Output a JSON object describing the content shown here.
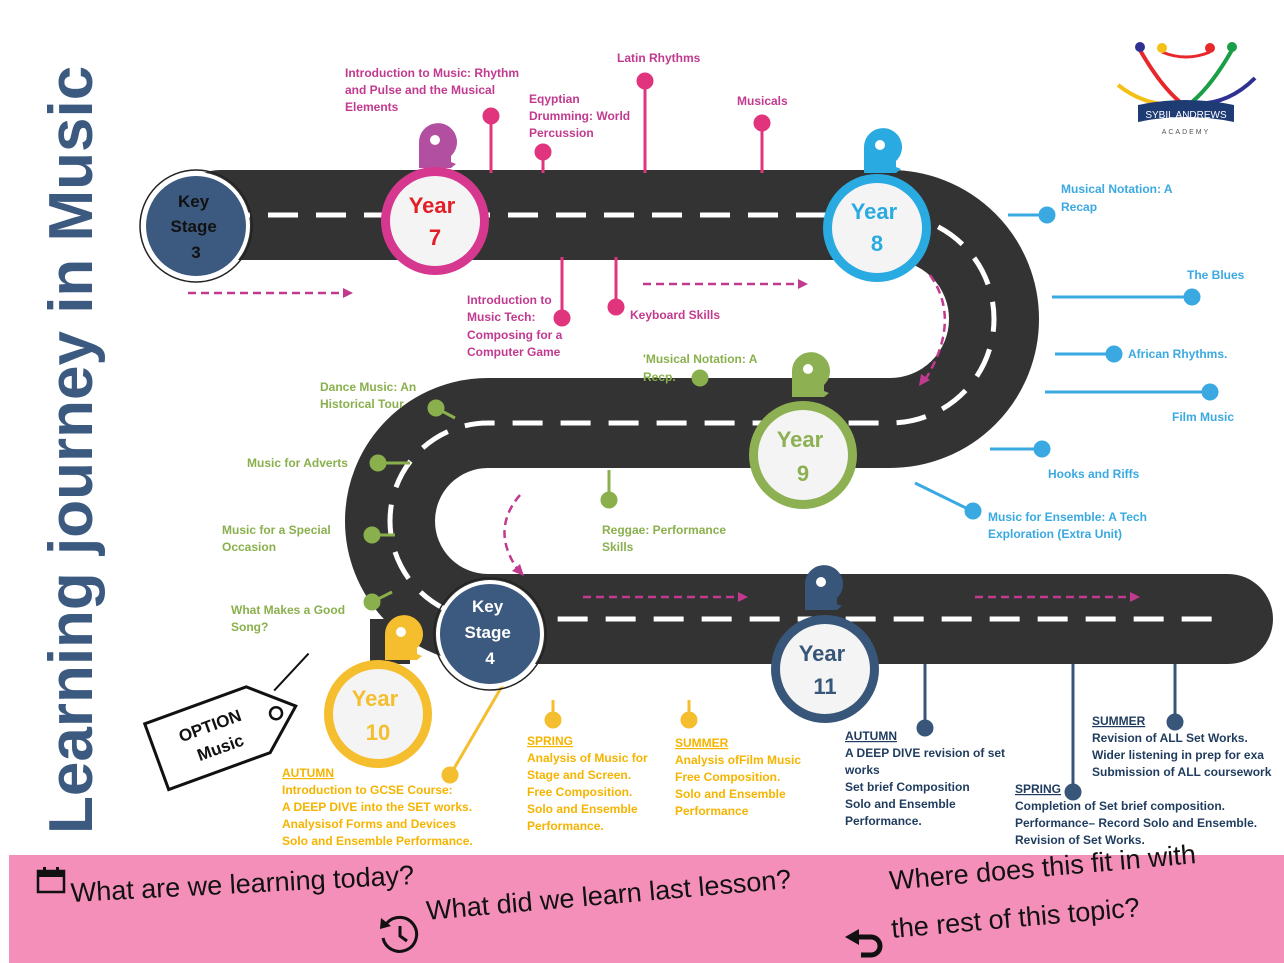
{
  "title": "Learning journey in Music",
  "logo": {
    "name": "SYBIL ANDREWS",
    "sub": "ACADEMY"
  },
  "colors": {
    "road": "#333333",
    "y7": "#d6388f",
    "y8": "#29abe2",
    "y9": "#8db052",
    "y10": "#f5be2e",
    "y11": "#375679",
    "ks": "#3c5a80",
    "title": "#3c5a80",
    "bar": "#f48fba"
  },
  "stages": {
    "ks3": [
      "Key",
      "Stage",
      "3"
    ],
    "ks4": [
      "Key",
      "Stage",
      "4"
    ],
    "y7": [
      "Year",
      "7"
    ],
    "y8": [
      "Year",
      "8"
    ],
    "y9": [
      "Year",
      "9"
    ],
    "y10": [
      "Year",
      "10"
    ],
    "y11": [
      "Year",
      "11"
    ]
  },
  "y7_topics": {
    "rhythm": [
      "Introduction to Music: Rhythm",
      "and Pulse and the Musical",
      "Elements"
    ],
    "egypt": [
      "Eqyptian",
      "Drumming: World",
      "Percussion"
    ],
    "latin": [
      "Latin Rhythms"
    ],
    "musicals": [
      "Musicals"
    ],
    "tech": [
      "Introduction to",
      "Music Tech:",
      "Composing for a",
      "Computer Game"
    ],
    "keyboard": [
      "Keyboard Skills"
    ]
  },
  "y8_topics": {
    "notation": [
      "Musical Notation: A",
      "Recap"
    ],
    "blues": [
      "The Blues"
    ],
    "african": [
      "African Rhythms."
    ],
    "film": [
      "Film Music"
    ],
    "hooks": [
      "Hooks and Riffs"
    ],
    "ensemble": [
      "Music for Ensemble: A Tech",
      "Exploration (Extra Unit)"
    ]
  },
  "y9_topics": {
    "notation": [
      "'Musical Notation: A",
      "Recp."
    ],
    "dance": [
      "Dance Music: An",
      "Historical Tour"
    ],
    "adverts": [
      "Music for Adverts"
    ],
    "occasion": [
      "Music for a Special",
      "Occasion"
    ],
    "song": [
      "What Makes a Good",
      "Song?"
    ],
    "reggae": [
      "Reggae: Performance",
      "Skills"
    ]
  },
  "option_tag": [
    "OPTION",
    "Music"
  ],
  "y10_terms": {
    "autumn": {
      "head": "AUTUMN",
      "lines": [
        "Introduction to GCSE Course:",
        "A DEEP DIVE into the SET works.",
        "Analysisof Forms and Devices",
        "Solo and Ensemble Performance."
      ]
    },
    "spring": {
      "head": "SPRING",
      "lines": [
        "Analysis of Music for",
        "Stage and Screen.",
        "Free Composition.",
        "Solo and Ensemble",
        "Performance."
      ]
    },
    "summer": {
      "head": "SUMMER",
      "lines": [
        "Analysis ofFilm Music",
        "Free Composition.",
        "Solo and Ensemble",
        "Performance"
      ]
    }
  },
  "y11_terms": {
    "autumn": {
      "head": "AUTUMN",
      "lines": [
        "A DEEP DIVE revision of set",
        "works",
        "Set brief Composition",
        "Solo and Ensemble",
        "Performance."
      ]
    },
    "spring": {
      "head": "SPRING",
      "lines": [
        "Completion of Set brief composition.",
        "Performance– Record Solo and Ensemble.",
        "Revision of Set Works."
      ]
    },
    "summer": {
      "head": "SUMMER",
      "lines": [
        "Revision of ALL Set Works.",
        "Wider listening in prep for exa",
        "Submission of ALL coursework"
      ]
    }
  },
  "questions": {
    "q1": "What are we learning today?",
    "q2": "What did we learn last lesson?",
    "q3a": "Where does this fit in with",
    "q3b": "the rest of this topic?"
  }
}
